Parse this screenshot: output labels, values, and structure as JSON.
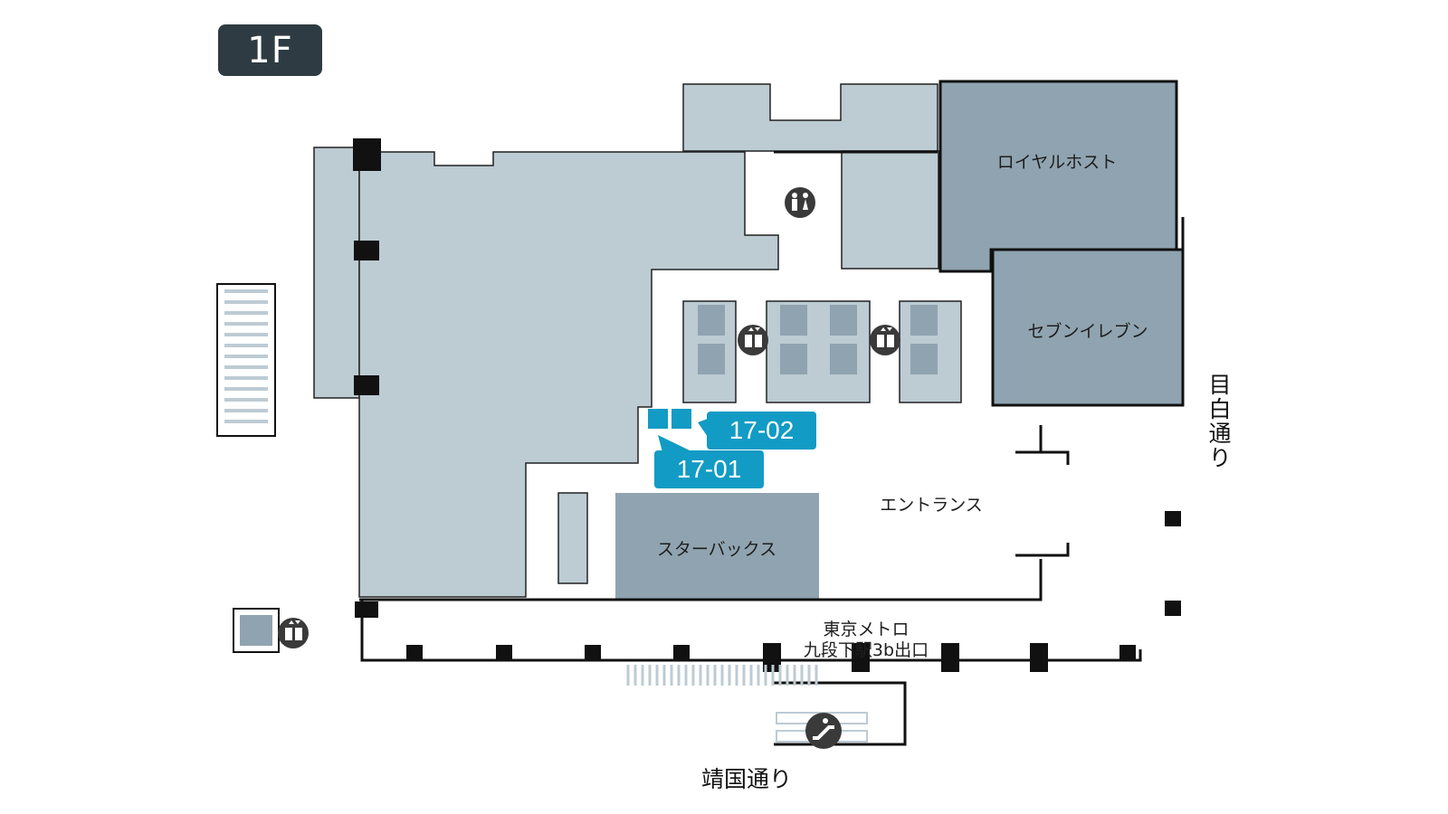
{
  "floor": {
    "label": "1F"
  },
  "stores": {
    "royal_host": "ロイヤルホスト",
    "seven_eleven": "セブンイレブン",
    "starbucks": "スターバックス"
  },
  "areas": {
    "entrance": "エントランス"
  },
  "metro_exit": {
    "line1": "東京メトロ",
    "line2": "九段下駅3b出口"
  },
  "streets": {
    "yasukuni": "靖国通り",
    "mejiro": "目白通り"
  },
  "markers": [
    {
      "id": "17-02"
    },
    {
      "id": "17-01"
    }
  ],
  "icons": {
    "restroom": "restroom-icon",
    "elevator": "elevator-icon",
    "escalator": "escalator-icon"
  },
  "colors": {
    "room": "#bdcbd3",
    "shop": "#8fa4b0",
    "highlight": "#129bc4",
    "badge": "#2f3b42",
    "icon": "#3a3a3a"
  }
}
